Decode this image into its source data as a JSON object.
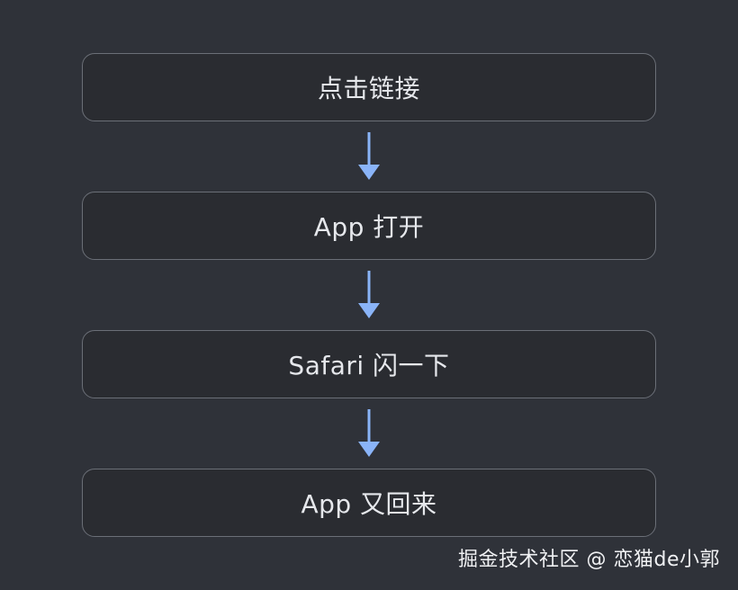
{
  "steps": [
    {
      "label": "点击链接"
    },
    {
      "label": "App 打开"
    },
    {
      "label": "Safari 闪一下"
    },
    {
      "label": "App 又回来"
    }
  ],
  "arrow_color": "#8ab4f8",
  "watermark": "掘金技术社区 @ 恋猫de小郭"
}
